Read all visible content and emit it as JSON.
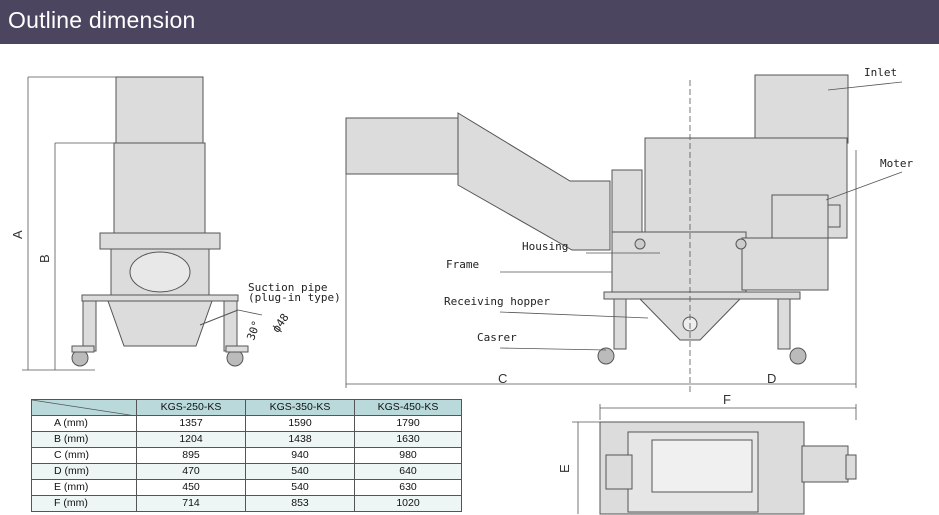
{
  "header": {
    "title": "Outline dimension"
  },
  "labels": {
    "inlet": "Inlet",
    "moter": "Moter",
    "housing": "Housing",
    "frame": "Frame",
    "receiving_hopper": "Receiving hopper",
    "casrer": "Casrer",
    "suction_pipe_1": "Suction pipe",
    "suction_pipe_2": "(plug-in type)",
    "angle": "30°",
    "diameter": "ф48"
  },
  "dimension_letters": {
    "a": "A",
    "b": "B",
    "c": "C",
    "d": "D",
    "e": "E",
    "f": "F"
  },
  "table": {
    "columns": [
      "KGS-250-KS",
      "KGS-350-KS",
      "KGS-450-KS"
    ],
    "rows": [
      {
        "label": "A (mm)",
        "values": [
          "1357",
          "1590",
          "1790"
        ]
      },
      {
        "label": "B (mm)",
        "values": [
          "1204",
          "1438",
          "1630"
        ]
      },
      {
        "label": "C (mm)",
        "values": [
          "895",
          "940",
          "980"
        ]
      },
      {
        "label": "D (mm)",
        "values": [
          "470",
          "540",
          "640"
        ]
      },
      {
        "label": "E (mm)",
        "values": [
          "450",
          "540",
          "630"
        ]
      },
      {
        "label": "F (mm)",
        "values": [
          "714",
          "853",
          "1020"
        ]
      }
    ]
  },
  "colors": {
    "header_bg": "#4c4560",
    "table_header_bg": "#b9d9da",
    "machine_fill": "#dcdcdc",
    "machine_stroke": "#555555"
  }
}
